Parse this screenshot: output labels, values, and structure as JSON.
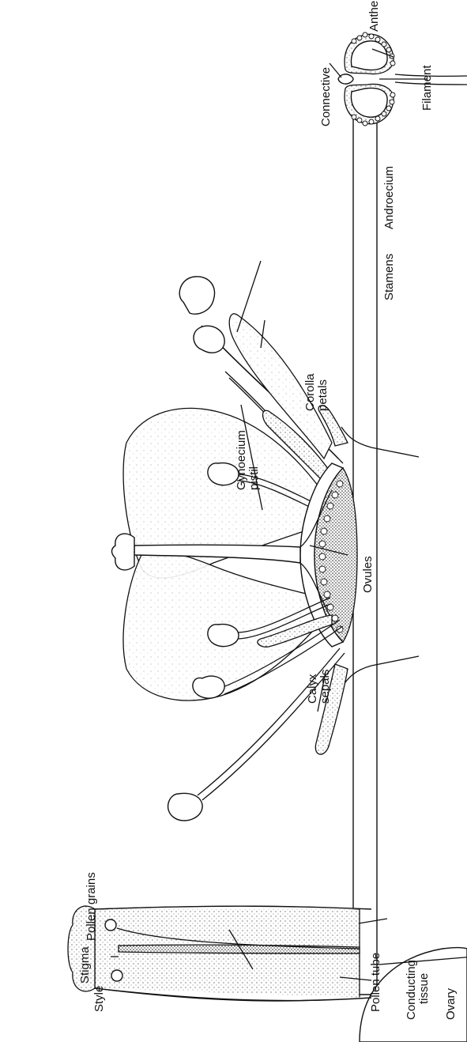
{
  "labels": {
    "connective": "Connective",
    "anther": "Anther",
    "filament": "Filament",
    "androecium": "Androecium",
    "stamens": "Stamens",
    "corolla_petals": [
      "Corolla",
      "petals"
    ],
    "gynoecium_pistil": [
      "Gynoecium",
      "pistil"
    ],
    "ovules": "Ovules",
    "calyx_sepals": [
      "Calyx",
      "sepals"
    ],
    "pollen_grains": "Pollen grains",
    "stigma": "Stigma",
    "style": "Style",
    "pollen_tube": "Pollen tube",
    "ovary": "Ovary",
    "conducting_tissue": [
      "Conducting",
      "tissue"
    ]
  }
}
